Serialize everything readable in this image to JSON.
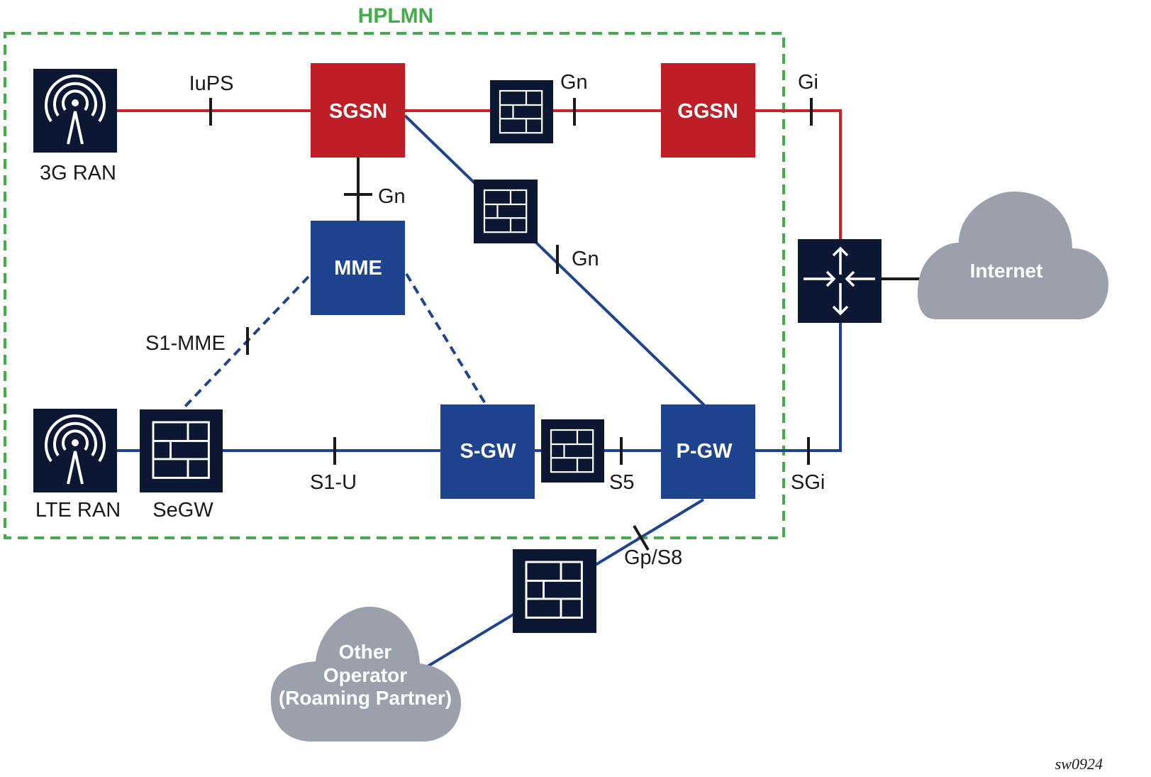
{
  "diagram": {
    "boundary_label": "HPLMN",
    "figure_code": "sw0924",
    "colors": {
      "boundary": "#44ad4b",
      "legacy_node": "#be1e26",
      "lte_node": "#1f448f",
      "device": "#0b1733",
      "cloud": "#9aa1ad",
      "red_link": "#c4262e",
      "blue_link": "#1f448f",
      "black_link": "#1a1a1a"
    },
    "nodes": {
      "ran_3g": "3G RAN",
      "ran_lte": "LTE RAN",
      "segw": "SeGW",
      "sgsn": "SGSN",
      "ggsn": "GGSN",
      "mme": "MME",
      "sgw": "S-GW",
      "pgw": "P-GW",
      "internet": "Internet",
      "roaming_line1": "Other",
      "roaming_line2": "Operator",
      "roaming_line3": "(Roaming Partner)"
    },
    "interfaces": {
      "iups": "IuPS",
      "gn_sgsn_ggsn": "Gn",
      "gn_sgsn_mme": "Gn",
      "gn_sgsn_pgw": "Gn",
      "gi": "Gi",
      "s1_mme": "S1-MME",
      "s1_u": "S1-U",
      "s5": "S5",
      "sgi": "SGi",
      "gp_s8": "Gp/S8"
    },
    "icons": {
      "ran": "antenna-tower-icon",
      "firewall": "firewall-brick-icon",
      "router": "router-arrows-icon"
    }
  }
}
